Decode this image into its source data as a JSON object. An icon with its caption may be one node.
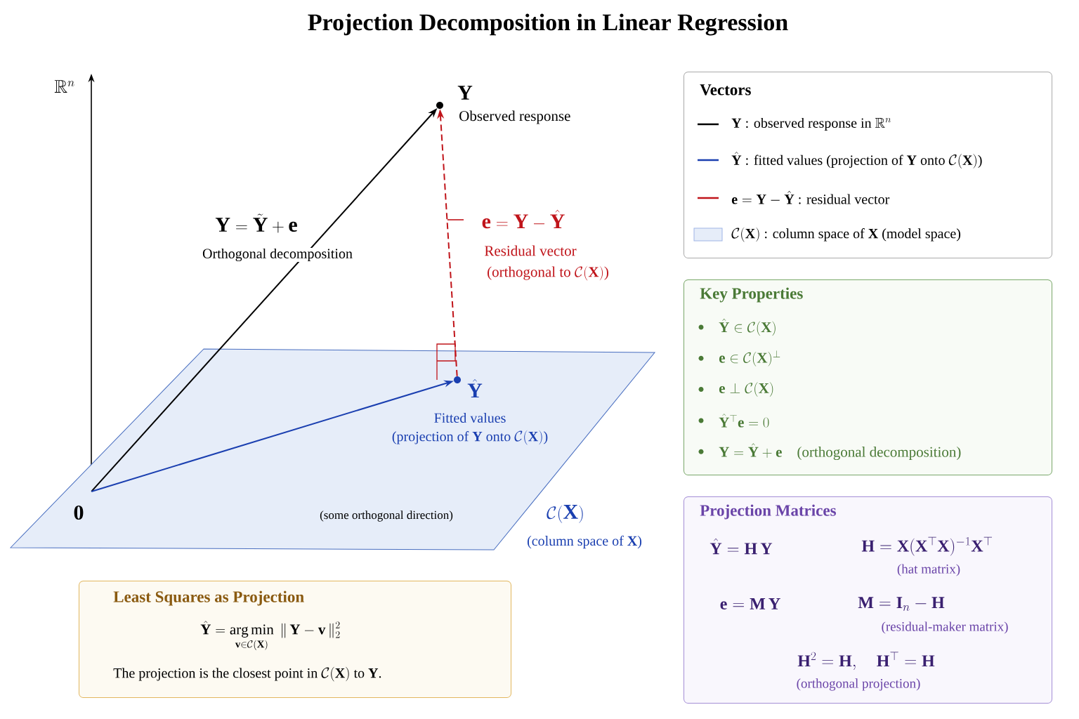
{
  "diagram": {
    "title": "Projection Decomposition in Linear Regression",
    "nodes": [
      {
        "text": [
          "\\mathcal{C}(\\mathbf{X})",
          "\\text{(column space of }\\mathbf{X}\\text{)}"
        ]
      },
      {
        "text": [
          "0"
        ],
        "in": 0
      },
      {
        "text": [
          "\\mathbf{Y}",
          "Observed response"
        ]
      },
      {
        "text": [
          "\\hat{\\mathbf{Y}}",
          "Fitted values",
          "\\text{(projection of }\\mathbf{Y}\\text{ onto }\\mathcal{C}(\\mathbf{X})\\text{)}"
        ],
        "in": 0
      },
      {
        "text": [
          "Vectors"
        ]
      },
      {
        "text": [
          "Key Properties",
          "\\hat{\\mathbf{Y}} \\in \\mathcal{C}(\\mathbf{X})",
          "\\mathbf{e} \\in \\mathcal{C}(\\mathbf{X})^{\\perp}",
          "\\mathbf{e} \\perp \\mathcal{C}(\\mathbf{X})",
          "\\hat{\\mathbf{Y}}^{\\top} \\mathbf{e} = 0",
          "\\mathbf{Y} = \\hat{\\mathbf{Y}} + \\mathbf{e}\\quad\\text{(orthogonal decomposition)}"
        ]
      },
      {
        "text": [
          "Projection Matrices",
          "\\hat{\\mathbf{Y}} = \\mathbf{H}\\,\\mathbf{Y}",
          "\\mathbf{H} = \\mathbf{X}(\\mathbf{X}^{\\top}\\mathbf{X})^{-1}\\mathbf{X}^{\\top}",
          "(hat matrix)",
          "\\mathbf{e} = \\mathbf{M}\\,\\mathbf{Y}",
          "\\mathbf{M} = \\mathbf{I}_n - \\mathbf{H}",
          "(residual-maker matrix)",
          "\\mathbf{H}^2 = \\mathbf{H},\\quad \\mathbf{H}^{\\top} = \\mathbf{H}",
          "(orthogonal projection)"
        ]
      },
      {
        "text": [
          "Least Squares as Projection",
          "\\hat{\\mathbf{Y}} = \\operatorname*{arg\\,min}_{\\mathbf{v}\\in\\mathcal{C}(\\mathbf{X})}\\ \\|\\,\\mathbf{Y} - \\mathbf{v}\\,\\|_2^2",
          "\\text{The projection is the closest point in }\\mathcal{C}(\\mathbf{X})\\text{ to }\\mathbf{Y}\\text{.}"
        ]
      }
    ],
    "edges": [
      {
        "from": 1,
        "to": 2,
        "arrow": "to"
      },
      {
        "from": 1,
        "to": 3,
        "arrow": "to",
        "color": "#1a3fb0"
      },
      {
        "from": 3,
        "to": 2,
        "arrow": "to",
        "style": "dashed",
        "color": "#c0141a"
      }
    ],
    "labels": [
      "\\mathbb{R}^n",
      "(some orthogonal direction)",
      "\\mathbf{Y} = \\tilde{\\mathbf{Y}} + \\mathbf{e}",
      "Orthogonal decomposition",
      "\\mathbf{e} = \\mathbf{Y} - \\hat{\\mathbf{Y}}",
      "Residual vector",
      "\\text{(orthogonal to }\\mathcal{C}(\\mathbf{X})\\text{)}"
    ],
    "legend": [
      {
        "text": "\\mathbf{Y}\\ \\text{: observed response in }\\mathbb{R}^n"
      },
      {
        "text": "\\hat{\\mathbf{Y}}\\ \\text{: fitted values (projection of }\\mathbf{Y}\\text{ onto }\\mathcal{C}(\\mathbf{X})\\text{)}"
      },
      {
        "text": "\\mathbf{e} = \\mathbf{Y} - \\hat{\\mathbf{Y}}\\ \\text{: residual vector}"
      },
      {
        "text": "\\mathcal{C}(\\mathbf{X})\\ \\text{: column space of }\\mathbf{X}\\text{ (model space)}",
        "color": "#e6edf9"
      }
    ]
  }
}
